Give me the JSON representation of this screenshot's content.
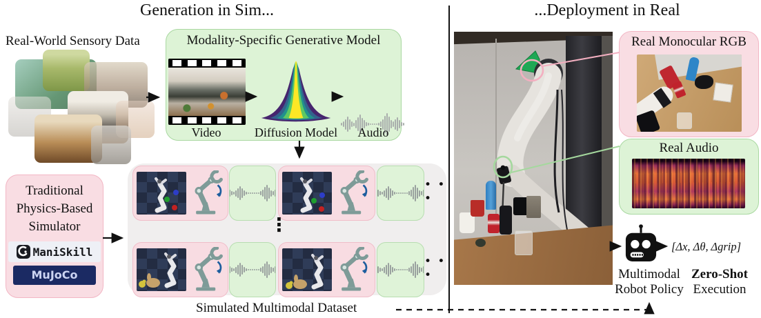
{
  "figure": {
    "left": {
      "title": "Generation in Sim...",
      "sensory_label": "Real-World Sensory Data",
      "gen_box": {
        "title": "Modality-Specific Generative Model",
        "video_label": "Video",
        "diffusion_label": "Diffusion Model",
        "audio_label": "Audio"
      },
      "sim_box": {
        "lines": [
          "Traditional",
          "Physics-Based",
          "Simulator"
        ],
        "maniskill_logo": "ManiSkill",
        "mujoco_logo": "MuJoCo"
      },
      "dataset": {
        "caption": "Simulated Multimodal Dataset",
        "row_dots": "• • •",
        "col_dots": "⋮"
      }
    },
    "right": {
      "title": "...Deployment in Real",
      "rgb_box_title": "Real Monocular RGB",
      "audio_box_title": "Real Audio",
      "policy_line1": "Multimodal",
      "policy_line2": "Robot Policy",
      "exec_line1": "Zero-Shot",
      "exec_line2": "Execution",
      "action_output": "[Δx, Δθ, Δgrip]"
    },
    "colors": {
      "green_fill": "#ddf3d6",
      "green_border": "#a9d8a1",
      "pink_fill": "#f9dde3",
      "pink_border": "#f2b6c4",
      "gray_fill": "#f0eeee",
      "mujoco_navy": "#1b2a63",
      "diffusion_colormap": [
        "#46246e",
        "#33638d",
        "#21918c",
        "#5ec962",
        "#fde725"
      ],
      "spectrogram_colormap": "magma"
    }
  }
}
